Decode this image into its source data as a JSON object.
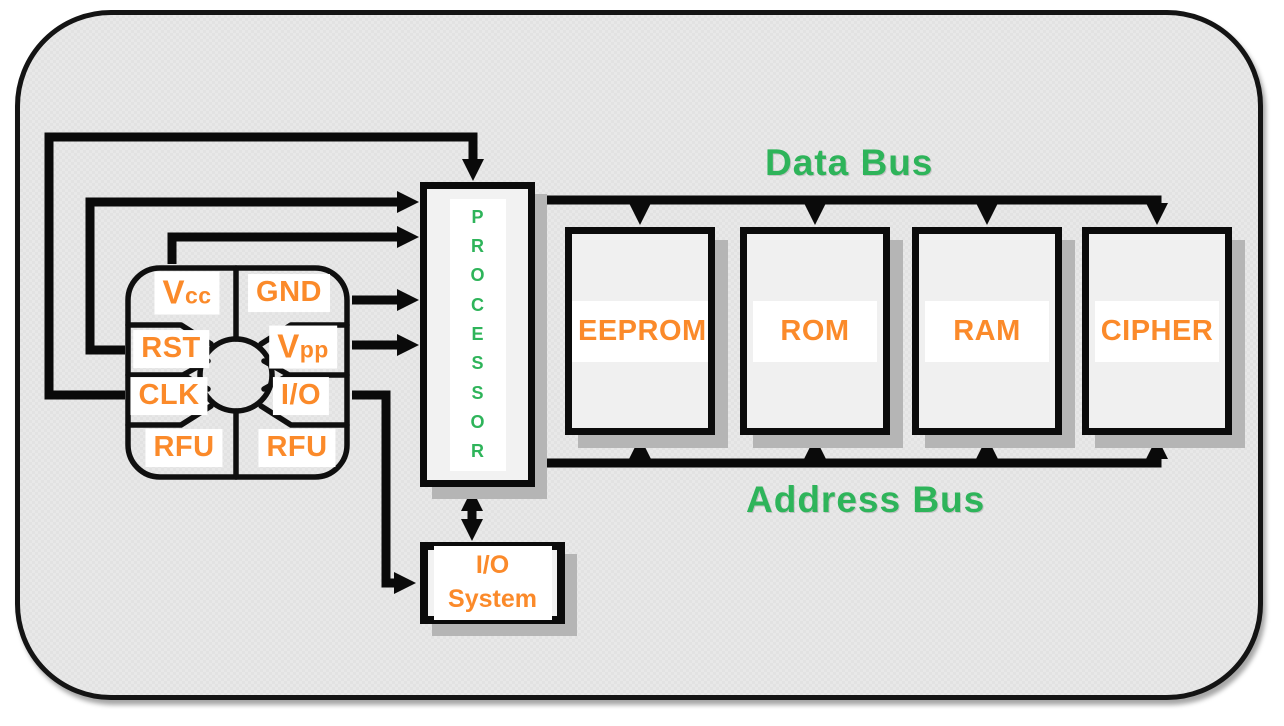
{
  "colors": {
    "accent_orange": "#fb8a2a",
    "accent_green": "#2eb45a",
    "wire": "#0a0a0a"
  },
  "buses": {
    "data": "Data Bus",
    "address": "Address Bus"
  },
  "card": {
    "contacts": {
      "vcc": {
        "main": "V",
        "sub": "cc"
      },
      "gnd": {
        "main": "GND"
      },
      "rst": {
        "main": "RST"
      },
      "vpp": {
        "main": "V",
        "sub": "pp"
      },
      "clk": {
        "main": "CLK"
      },
      "io": {
        "main": "I/O"
      },
      "rfu_left": {
        "main": "RFU"
      },
      "rfu_right": {
        "main": "RFU"
      }
    }
  },
  "processor": {
    "label": "PROCESSOR"
  },
  "blocks": [
    {
      "label": "EEPROM"
    },
    {
      "label": "ROM"
    },
    {
      "label": "RAM"
    },
    {
      "label": "CIPHER"
    }
  ],
  "io_system": {
    "line1": "I/O",
    "line2": "System"
  }
}
